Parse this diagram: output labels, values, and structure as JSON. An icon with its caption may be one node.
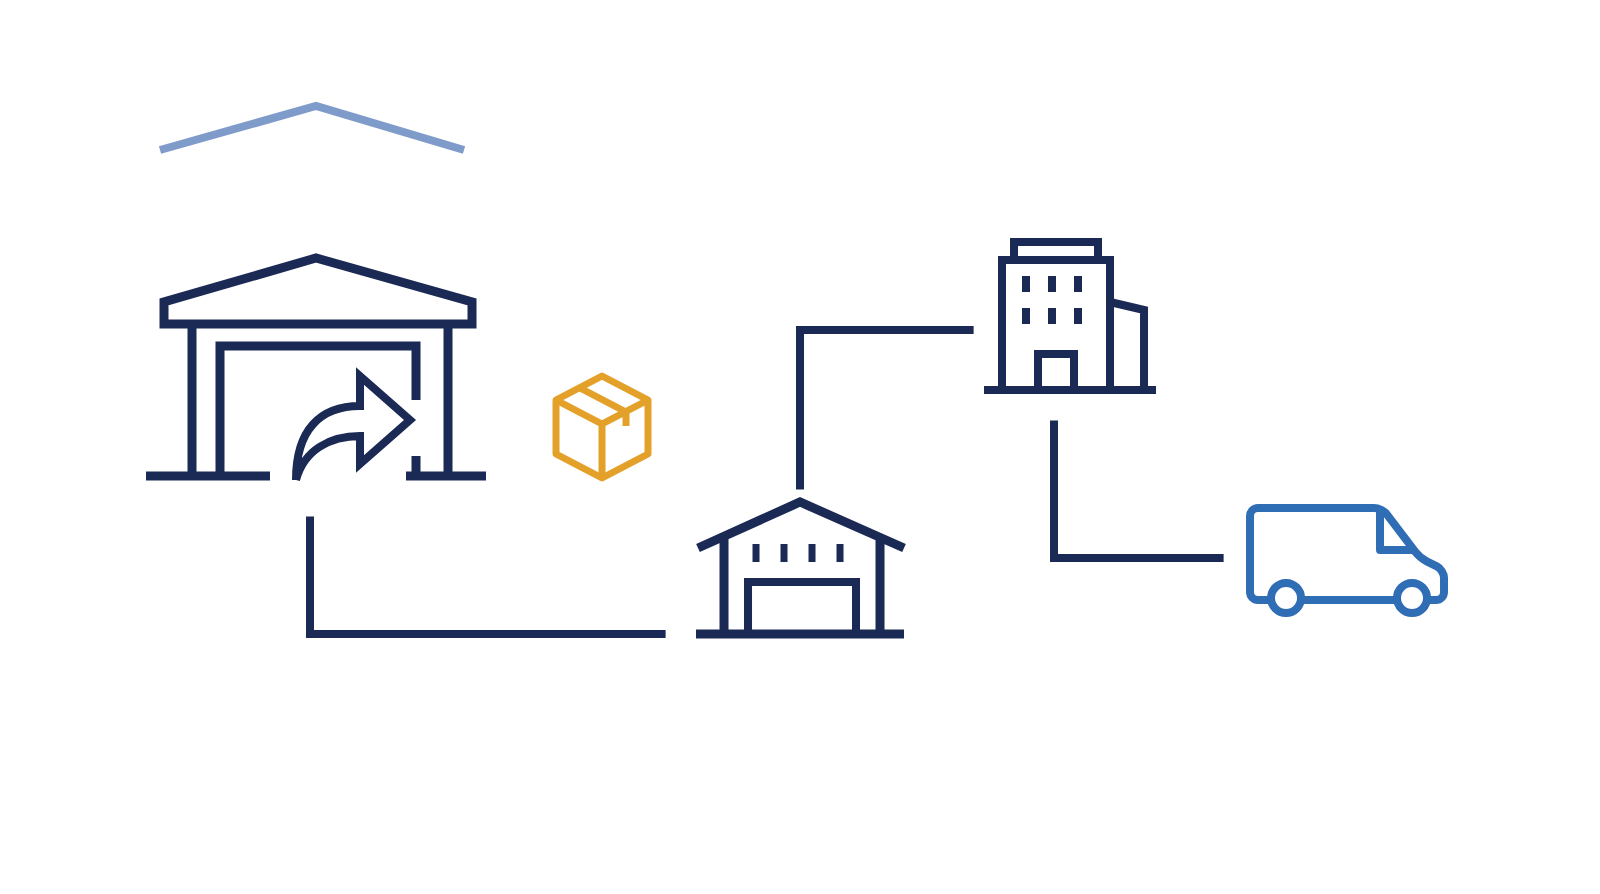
{
  "diagram": {
    "nodes": [
      {
        "text": [],
        "shape": "warehouse"
      },
      {
        "text": [],
        "shape": "box"
      },
      {
        "text": [],
        "shape": "warehouse"
      },
      {
        "text": [],
        "shape": "building"
      },
      {
        "text": [],
        "shape": "van"
      }
    ],
    "edges": [
      {
        "from": 0,
        "to": 2,
        "arrow": "none"
      },
      {
        "from": 2,
        "to": 3,
        "arrow": "none"
      },
      {
        "from": 3,
        "to": 4,
        "arrow": "none"
      }
    ]
  }
}
